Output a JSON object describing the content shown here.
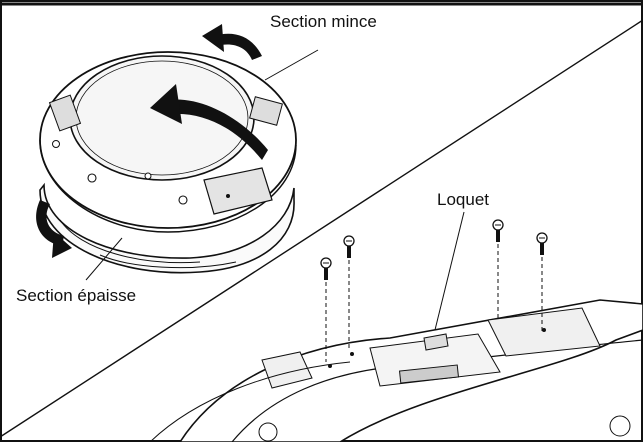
{
  "labels": {
    "thin_section": "Section mince",
    "thick_section": "Section épaisse",
    "latch": "Loquet"
  },
  "colors": {
    "line": "#111111",
    "arrow": "#111111",
    "background": "#ffffff"
  }
}
